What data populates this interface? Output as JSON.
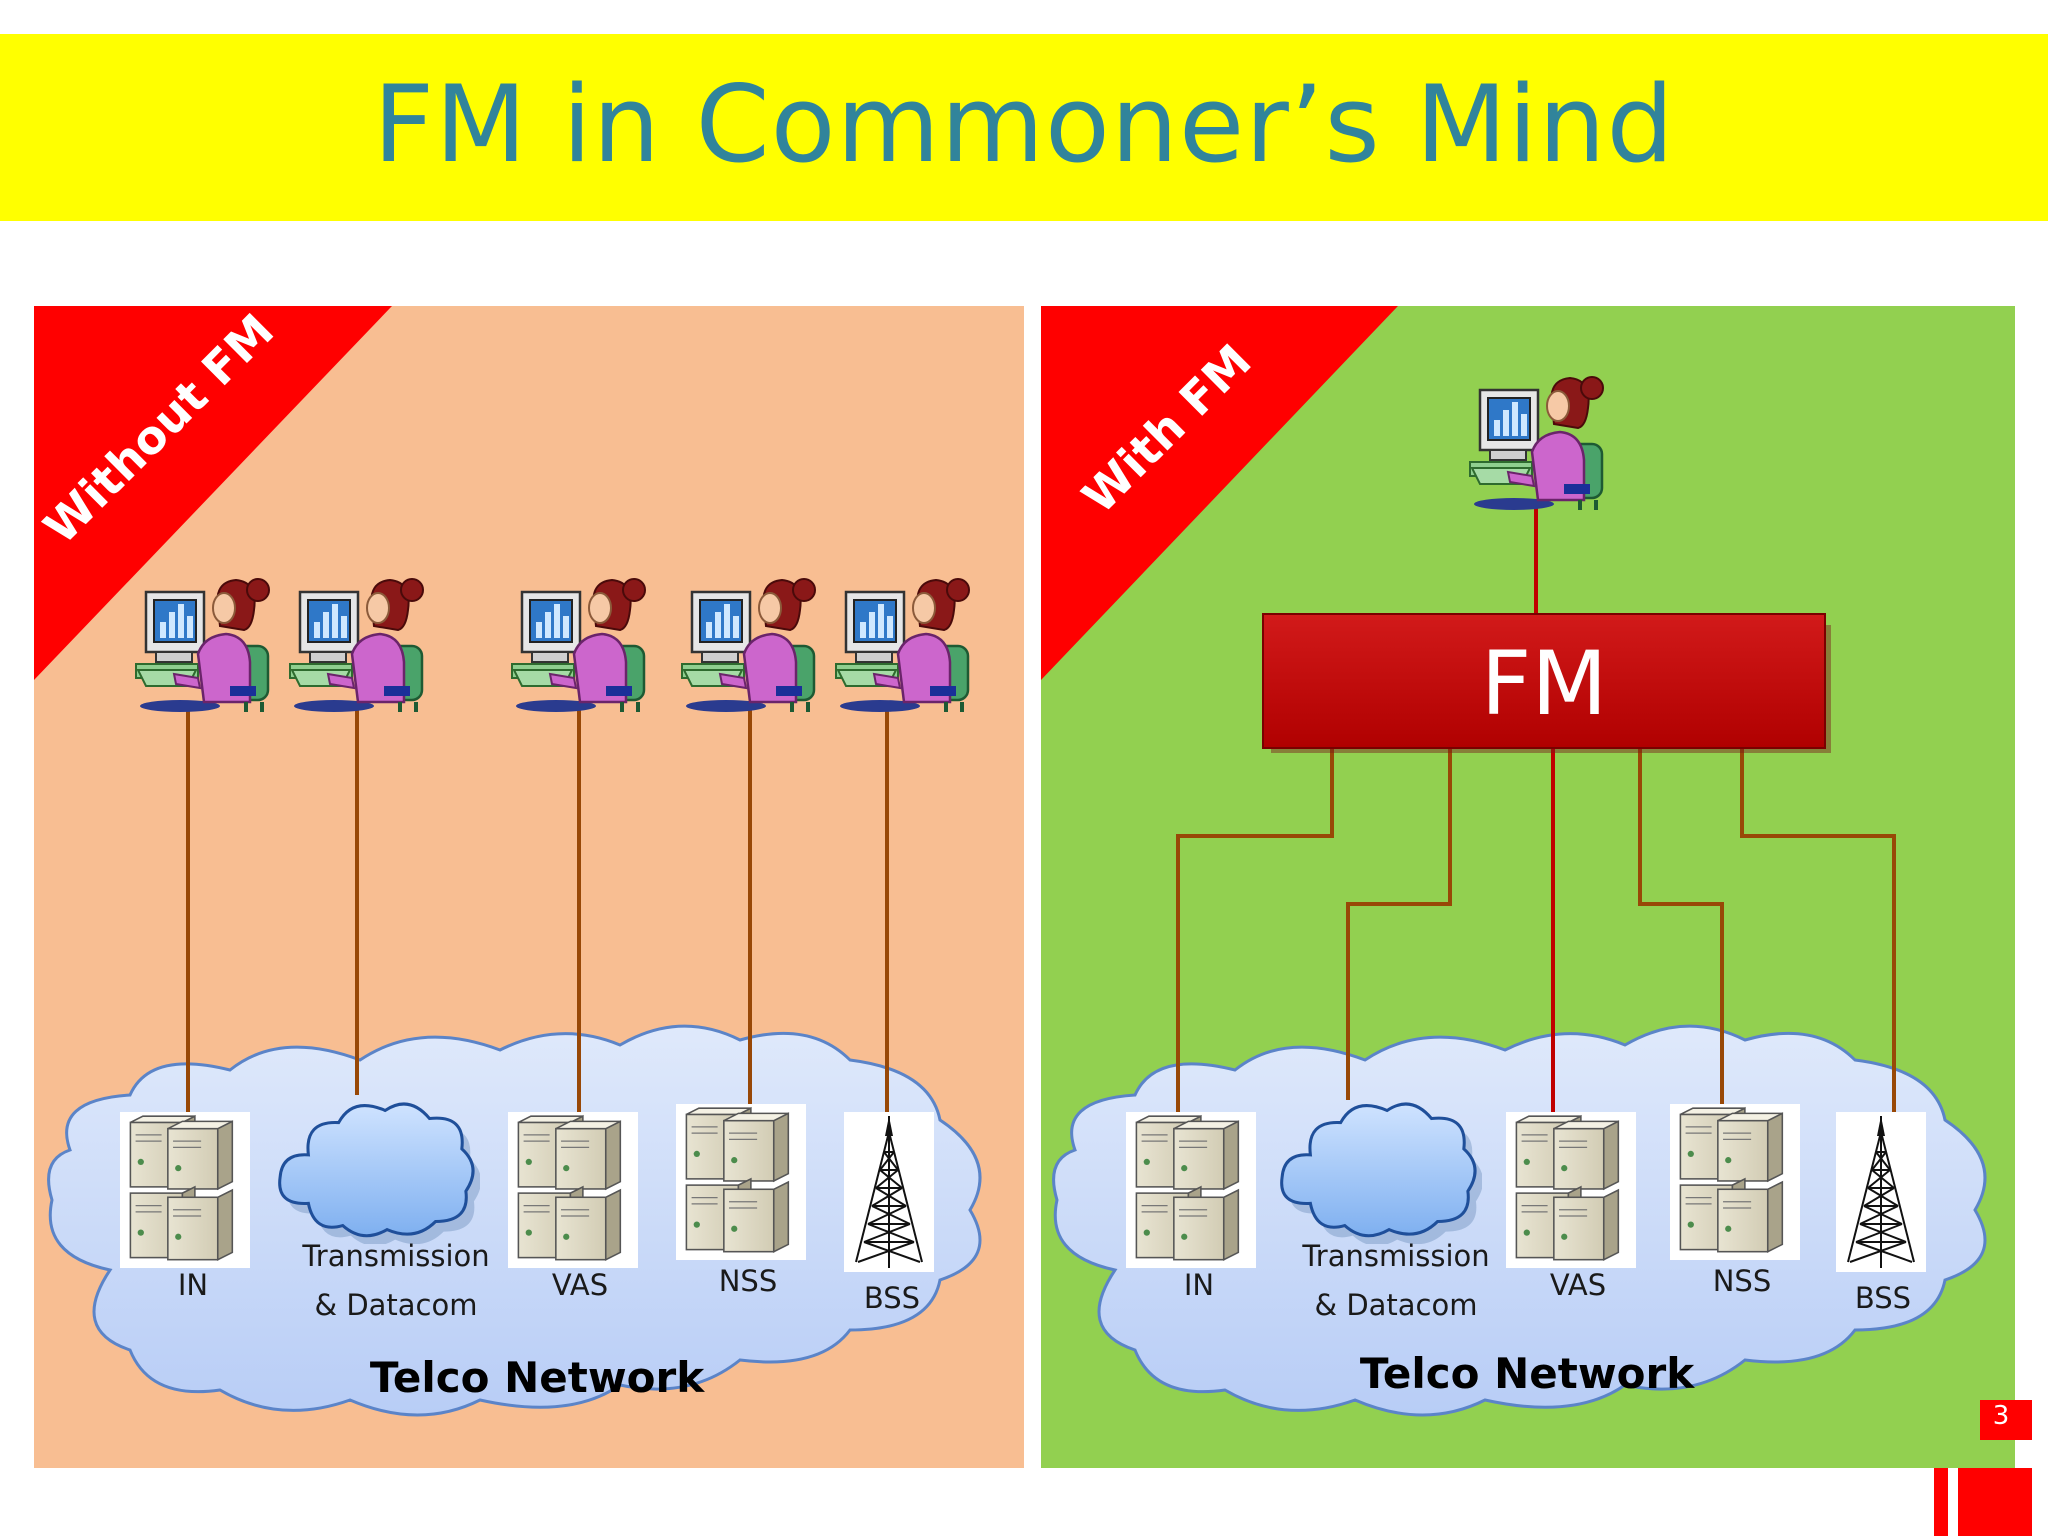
{
  "slide": {
    "title": "FM in Commoner’s Mind",
    "page_number": "3"
  },
  "panels": {
    "left": {
      "ribbon": "Without FM",
      "network_label": "Telco Network",
      "labels": {
        "in": "IN",
        "trans1": "Transmission",
        "trans2": "& Datacom",
        "vas": "VAS",
        "nss": "NSS",
        "bss": "BSS"
      }
    },
    "right": {
      "ribbon": "With FM",
      "fm_box": "FM",
      "network_label": "Telco Network",
      "labels": {
        "in": "IN",
        "trans1": "Transmission",
        "trans2": "& Datacom",
        "vas": "VAS",
        "nss": "NSS",
        "bss": "BSS"
      }
    }
  },
  "colors": {
    "title_bg": "#ffff00",
    "title_text": "#31849b",
    "left_panel": "#f8be92",
    "right_panel": "#92d050",
    "ribbon": "#ff0000",
    "fm_box": "#c00000",
    "connector_brown": "#984807",
    "connector_red": "#c00000"
  }
}
